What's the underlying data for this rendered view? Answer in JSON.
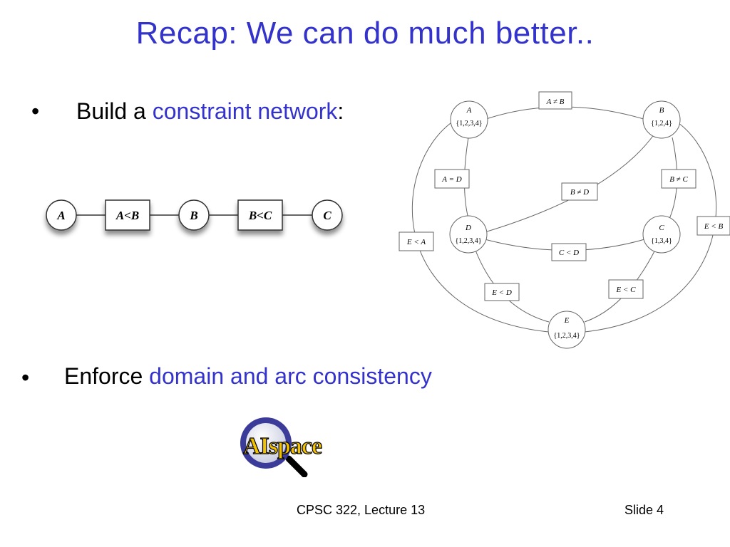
{
  "slide": {
    "title": "Recap: We can do much better..",
    "bullet1": {
      "marker": "•",
      "prefix": "Build a ",
      "highlight": "constraint network",
      "suffix": ":"
    },
    "bullet2": {
      "marker": "•",
      "prefix": "Enforce ",
      "highlight": "domain and arc consistency"
    },
    "footer": {
      "course": "CPSC 322, Lecture 13",
      "slide_number": "Slide 4"
    }
  },
  "chain_network": {
    "nodes": [
      {
        "id": "A",
        "type": "variable",
        "label": "A"
      },
      {
        "id": "AltB",
        "type": "constraint",
        "label": "A<B"
      },
      {
        "id": "B",
        "type": "variable",
        "label": "B"
      },
      {
        "id": "BltC",
        "type": "constraint",
        "label": "B<C"
      },
      {
        "id": "C",
        "type": "variable",
        "label": "C"
      }
    ]
  },
  "big_network": {
    "variables": [
      {
        "id": "A",
        "name": "A",
        "domain": "{1,2,3,4}"
      },
      {
        "id": "B",
        "name": "B",
        "domain": "{1,2,4}"
      },
      {
        "id": "C",
        "name": "C",
        "domain": "{1,3,4}"
      },
      {
        "id": "D",
        "name": "D",
        "domain": "{1,2,3,4}"
      },
      {
        "id": "E",
        "name": "E",
        "domain": "{1,2,3,4}"
      }
    ],
    "constraints": [
      {
        "id": "AneB",
        "label": "A ≠ B"
      },
      {
        "id": "AeqD",
        "label": "A = D"
      },
      {
        "id": "BneD",
        "label": "B ≠ D"
      },
      {
        "id": "BneC",
        "label": "B ≠ C"
      },
      {
        "id": "EltB",
        "label": "E < B"
      },
      {
        "id": "EltA",
        "label": "E < A"
      },
      {
        "id": "CltD",
        "label": "C < D"
      },
      {
        "id": "EltD",
        "label": "E < D"
      },
      {
        "id": "EltC",
        "label": "E < C"
      }
    ]
  },
  "logo": {
    "text": "AIspace",
    "name": "aispace-logo"
  }
}
